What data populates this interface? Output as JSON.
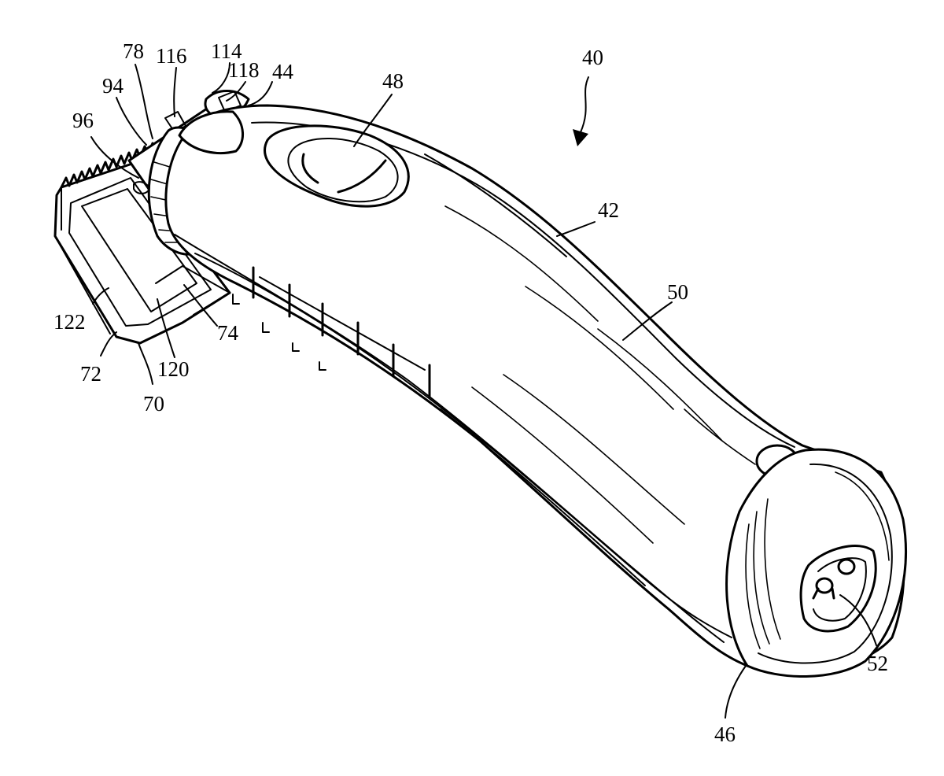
{
  "figure": {
    "reference_numerals": {
      "r40": "40",
      "r42": "42",
      "r44": "44",
      "r46": "46",
      "r48": "48",
      "r50": "50",
      "r52": "52",
      "r70": "70",
      "r72": "72",
      "r74": "74",
      "r78": "78",
      "r94": "94",
      "r96": "96",
      "r114": "114",
      "r116": "116",
      "r118": "118",
      "r120": "120",
      "r122": "122"
    }
  }
}
